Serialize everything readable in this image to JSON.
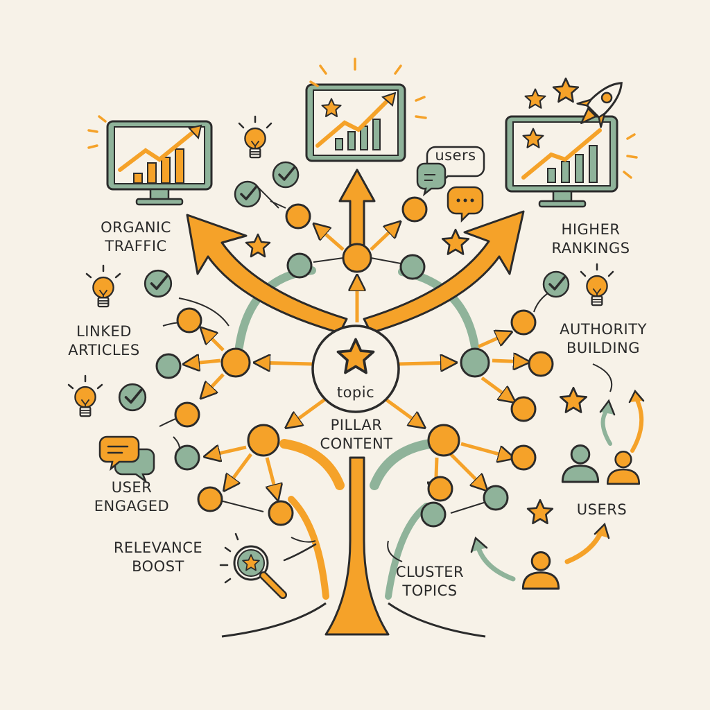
{
  "colors": {
    "orange": "#f5a229",
    "sage": "#8fb39a",
    "ink": "#2b2b2b",
    "background": "#f7f2e8"
  },
  "center": {
    "word": "topic",
    "label_line1": "PILLAR",
    "label_line2": "CONTENT"
  },
  "labels": {
    "organic_1": "ORGANIC",
    "organic_2": "TRAFFIC",
    "higher_1": "HIGHER",
    "higher_2": "RANKINGS",
    "linked_1": "LINKED",
    "linked_2": "ARTICLES",
    "authority_1": "AUTHORITY",
    "authority_2": "BUILDING",
    "user_1": "USER",
    "user_2": "ENGAGED",
    "users": "USERS",
    "relevance_1": "RELEVANCE",
    "relevance_2": "BOOST",
    "cluster_1": "CLUSTER",
    "cluster_2": "TOPICS"
  },
  "speech_bubble": "users",
  "icons": [
    "monitor-chart-icon",
    "lightbulb-icon",
    "checkmark-icon",
    "star-icon",
    "rocket-icon",
    "speech-bubble-icon",
    "user-icon",
    "magnifier-star-icon",
    "arrow-icon"
  ]
}
